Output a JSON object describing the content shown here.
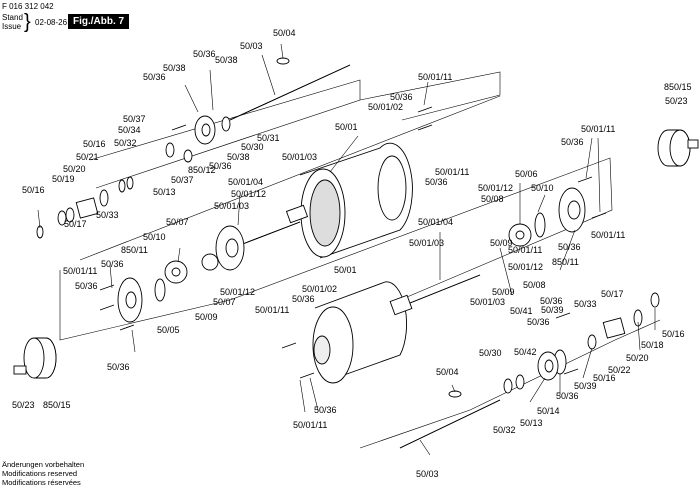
{
  "header": {
    "doc_number": "F 016 312 042",
    "stand_label": "Stand",
    "issue_label": "Issue",
    "date": "02-08-26",
    "figure_label": "Fig./Abb. 7"
  },
  "footer": {
    "line1": "Änderungen vorbehalten",
    "line2": "Modifications reserved",
    "line3": "Modifications réservées"
  },
  "labels": [
    {
      "id": "l1",
      "text": "50/04"
    },
    {
      "id": "l2",
      "text": "50/03"
    },
    {
      "id": "l3",
      "text": "50/36"
    },
    {
      "id": "l4",
      "text": "50/38"
    },
    {
      "id": "l5",
      "text": "50/38"
    },
    {
      "id": "l6",
      "text": "50/36"
    },
    {
      "id": "l7",
      "text": "50/37"
    },
    {
      "id": "l8",
      "text": "50/34"
    },
    {
      "id": "l9",
      "text": "50/32"
    },
    {
      "id": "l10",
      "text": "50/16"
    },
    {
      "id": "l11",
      "text": "50/21"
    },
    {
      "id": "l12",
      "text": "50/20"
    },
    {
      "id": "l13",
      "text": "50/19"
    },
    {
      "id": "l14",
      "text": "50/16"
    },
    {
      "id": "l15",
      "text": "50/17"
    },
    {
      "id": "l16",
      "text": "50/33"
    },
    {
      "id": "l17",
      "text": "50/13"
    },
    {
      "id": "l18",
      "text": "50/37"
    },
    {
      "id": "l19",
      "text": "850/12"
    },
    {
      "id": "l20",
      "text": "50/31"
    },
    {
      "id": "l21",
      "text": "50/30"
    },
    {
      "id": "l22",
      "text": "50/38"
    },
    {
      "id": "l23",
      "text": "50/36"
    },
    {
      "id": "l24",
      "text": "50/01/11"
    },
    {
      "id": "l25",
      "text": "50/36"
    },
    {
      "id": "l26",
      "text": "50/01/02"
    },
    {
      "id": "l27",
      "text": "50/01"
    },
    {
      "id": "l28",
      "text": "50/01/03"
    },
    {
      "id": "l29",
      "text": "50/01/11"
    },
    {
      "id": "l30",
      "text": "50/36"
    },
    {
      "id": "l31",
      "text": "850/15"
    },
    {
      "id": "l32",
      "text": "50/23"
    },
    {
      "id": "l33",
      "text": "50/01/11"
    },
    {
      "id": "l34",
      "text": "50/36"
    },
    {
      "id": "l35",
      "text": "50/10"
    },
    {
      "id": "l36",
      "text": "50/06"
    },
    {
      "id": "l37",
      "text": "50/01/12"
    },
    {
      "id": "l38",
      "text": "50/08"
    },
    {
      "id": "l39",
      "text": "50/09"
    },
    {
      "id": "l40",
      "text": "50/01/04"
    },
    {
      "id": "l41",
      "text": "50/01/12"
    },
    {
      "id": "l42",
      "text": "50/01/03"
    },
    {
      "id": "l43",
      "text": "50/07"
    },
    {
      "id": "l44",
      "text": "50/10"
    },
    {
      "id": "l45",
      "text": "850/11"
    },
    {
      "id": "l46",
      "text": "50/36"
    },
    {
      "id": "l47",
      "text": "50/01/11"
    },
    {
      "id": "l48",
      "text": "50/36"
    },
    {
      "id": "l49",
      "text": "50/01/11"
    },
    {
      "id": "l50",
      "text": "850/11"
    },
    {
      "id": "l51",
      "text": "50/36"
    },
    {
      "id": "l52",
      "text": "50/01/11"
    },
    {
      "id": "l53",
      "text": "50/01/12"
    },
    {
      "id": "l54",
      "text": "50/01/04"
    },
    {
      "id": "l55",
      "text": "50/01/03"
    },
    {
      "id": "l56",
      "text": "50/01"
    },
    {
      "id": "l57",
      "text": "50/01/02"
    },
    {
      "id": "l58",
      "text": "50/36"
    },
    {
      "id": "l59",
      "text": "50/01/11"
    },
    {
      "id": "l60",
      "text": "50/05"
    },
    {
      "id": "l61",
      "text": "50/01/12"
    },
    {
      "id": "l62",
      "text": "50/07"
    },
    {
      "id": "l63",
      "text": "50/09"
    },
    {
      "id": "l64",
      "text": "50/08"
    },
    {
      "id": "l65",
      "text": "50/01/03"
    },
    {
      "id": "l66",
      "text": "50/09"
    },
    {
      "id": "l67",
      "text": "50/41"
    },
    {
      "id": "l68",
      "text": "50/36"
    },
    {
      "id": "l69",
      "text": "50/39"
    },
    {
      "id": "l70",
      "text": "50/36"
    },
    {
      "id": "l71",
      "text": "50/33"
    },
    {
      "id": "l72",
      "text": "50/17"
    },
    {
      "id": "l73",
      "text": "50/16"
    },
    {
      "id": "l74",
      "text": "50/18"
    },
    {
      "id": "l75",
      "text": "50/20"
    },
    {
      "id": "l76",
      "text": "50/22"
    },
    {
      "id": "l77",
      "text": "50/16"
    },
    {
      "id": "l78",
      "text": "50/39"
    },
    {
      "id": "l79",
      "text": "50/36"
    },
    {
      "id": "l80",
      "text": "50/42"
    },
    {
      "id": "l81",
      "text": "50/30"
    },
    {
      "id": "l82",
      "text": "50/14"
    },
    {
      "id": "l83",
      "text": "50/13"
    },
    {
      "id": "l84",
      "text": "50/32"
    },
    {
      "id": "l85",
      "text": "50/04"
    },
    {
      "id": "l86",
      "text": "50/36"
    },
    {
      "id": "l87",
      "text": "50/01/11"
    },
    {
      "id": "l88",
      "text": "50/03"
    },
    {
      "id": "l89",
      "text": "50/23"
    },
    {
      "id": "l90",
      "text": "850/15"
    },
    {
      "id": "l91",
      "text": "50/36"
    }
  ]
}
